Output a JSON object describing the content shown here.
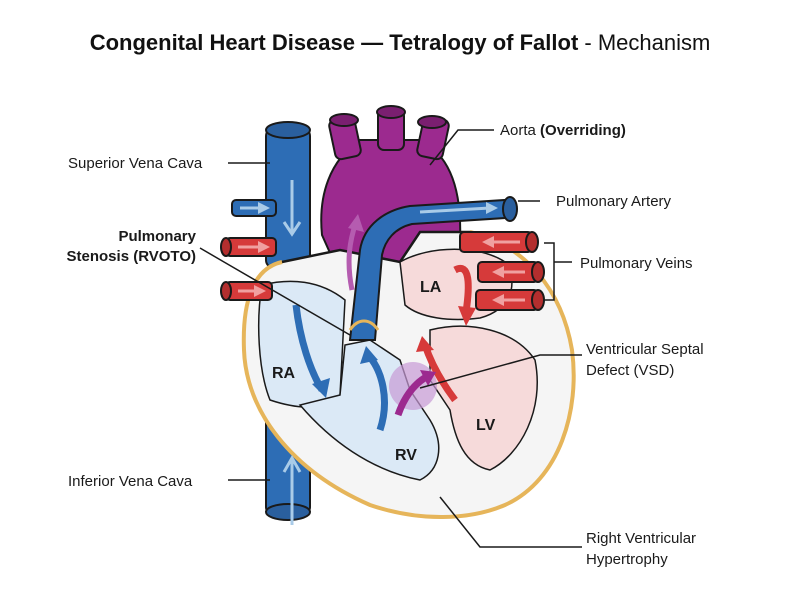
{
  "title": {
    "main": "Congenital Heart Disease — Tetralogy of Fallot",
    "separator": " - ",
    "sub": "Mechanism"
  },
  "labels": {
    "superior_vena_cava": "Superior Vena Cava",
    "inferior_vena_cava": "Inferior Vena Cava",
    "pulmonary_stenosis_line1": "Pulmonary",
    "pulmonary_stenosis_line2": "Stenosis (RVOTO)",
    "aorta": "Aorta ",
    "aorta_bold": "(Overriding)",
    "pulmonary_artery": "Pulmonary Artery",
    "pulmonary_veins": "Pulmonary Veins",
    "vsd_line1": "Ventricular Septal",
    "vsd_line2": "Defect (VSD)",
    "rvh_line1": "Right Ventricular",
    "rvh_line2": "Hypertrophy"
  },
  "chambers": {
    "ra": "RA",
    "rv": "RV",
    "la": "LA",
    "lv": "LV"
  },
  "colors": {
    "deoxygenated": "#2d6db5",
    "oxygenated": "#d63a3a",
    "mixed": "#9c2a8f",
    "wall": "#e6b55a",
    "right_side_fill": "#dbe9f6",
    "left_side_fill": "#f6dada",
    "vsd_glow": "#c89ad6"
  }
}
